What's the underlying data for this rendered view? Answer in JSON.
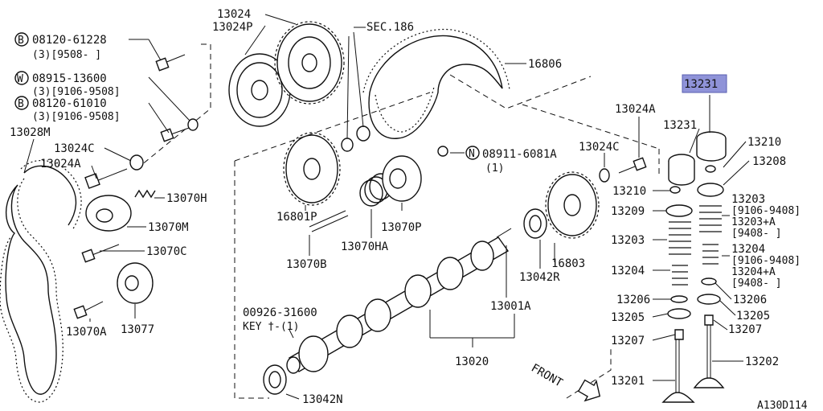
{
  "labels": {
    "l13024": "13024",
    "l13024P": "13024P",
    "lSEC186": "SEC.186",
    "l16806": "16806",
    "lB08120_61228": "08120-61228",
    "lB08120_61228_sub": "(3)[9508-    ]",
    "lW08915": "08915-13600",
    "lW08915_sub": "(3)[9106-9508]",
    "lB08120_61010": "08120-61010",
    "lB08120_61010_sub": "(3)[9106-9508]",
    "l13028M": "13028M",
    "l13024C_a": "13024C",
    "l13024A_a": "13024A",
    "l13070H": "13070H",
    "l13070M": "13070M",
    "l13070C": "13070C",
    "l13070A": "13070A",
    "l13077": "13077",
    "l16801P": "16801P",
    "l13070HA": "13070HA",
    "l13070P": "13070P",
    "l13070B": "13070B",
    "lN08911": "08911-6081A",
    "lN08911_sub": "(1)",
    "l13024A_b": "13024A",
    "l13024C_b": "13024C",
    "l13231_hl": "13231",
    "l13231": "13231",
    "l13210_a": "13210",
    "l13208": "13208",
    "l13210_b": "13210",
    "l13209": "13209",
    "l13203": "13203",
    "l13203_sub1": "[9106-9408]",
    "l13203_sub2": "13203+A",
    "l13203_sub3": "[9408-    ]",
    "l13204_r": "13204",
    "l13204_sub1": "[9106-9408]",
    "l13204_sub2": "13204+A",
    "l13204_sub3": "[9408-    ]",
    "l13203_l": "13203",
    "l13204_l": "13204",
    "l13206_l": "13206",
    "l13206_r": "13206",
    "l13205_l": "13205",
    "l13205_r": "13205",
    "l13207_l": "13207",
    "l13207_r": "13207",
    "l13202": "13202",
    "l13201": "13201",
    "l16803": "16803",
    "l13042R": "13042R",
    "l13001A": "13001A",
    "l13020": "13020",
    "lKEY": "00926-31600",
    "lKEY_sub": "KEY †-(1)",
    "l13042N": "13042N",
    "lFRONT": "FRONT",
    "lRef": "A130D114"
  },
  "markers": {
    "B": "B",
    "W": "W",
    "N": "N"
  },
  "highlight_color": "#8f93d8"
}
